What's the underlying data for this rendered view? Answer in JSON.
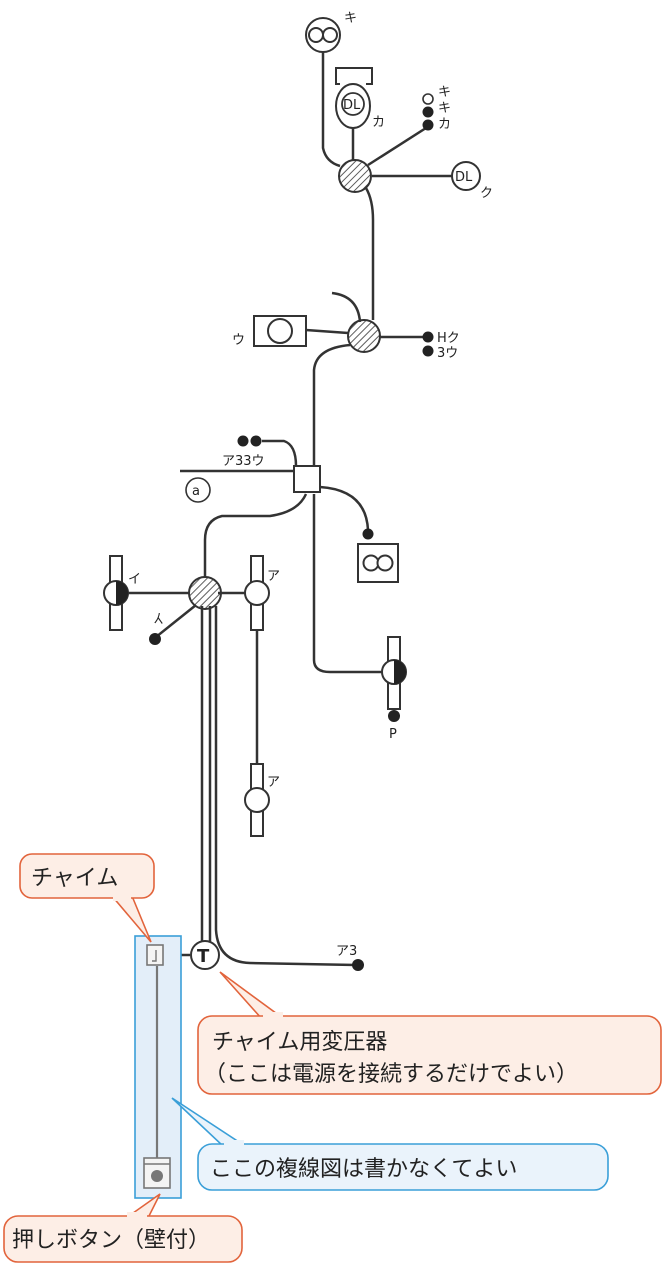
{
  "labels": {
    "ki_top": "キ",
    "ka_dl": "カ",
    "sw_ki_open": "キ",
    "sw_ki": "キ",
    "sw_ka": "カ",
    "ku": "ク",
    "u_left": "ウ",
    "hku": "Hク",
    "three_u": "3ウ",
    "a33u": "ア33ウ",
    "circle_a": "a",
    "i_upper": "イ",
    "i_switch": "イ",
    "a_upper": "ア",
    "a_lower": "ア",
    "p": "P",
    "a3": "ア3",
    "dl": "DL",
    "t": "T"
  },
  "callouts": {
    "chime": "チャイム",
    "transformer_line1": "チャイム用変圧器",
    "transformer_line2": "（ここは電源を接続するだけでよい）",
    "no_double_line": "ここの複線図は書かなくてよい",
    "push_button": "押しボタン（壁付）"
  },
  "colors": {
    "line": "#333333",
    "callout_orange_border": "#e2643c",
    "callout_orange_fill": "#fdeee6",
    "callout_blue_border": "#3a9fd8",
    "callout_blue_fill": "#eaf3fb",
    "highlight_fill": "#e3eef9"
  }
}
